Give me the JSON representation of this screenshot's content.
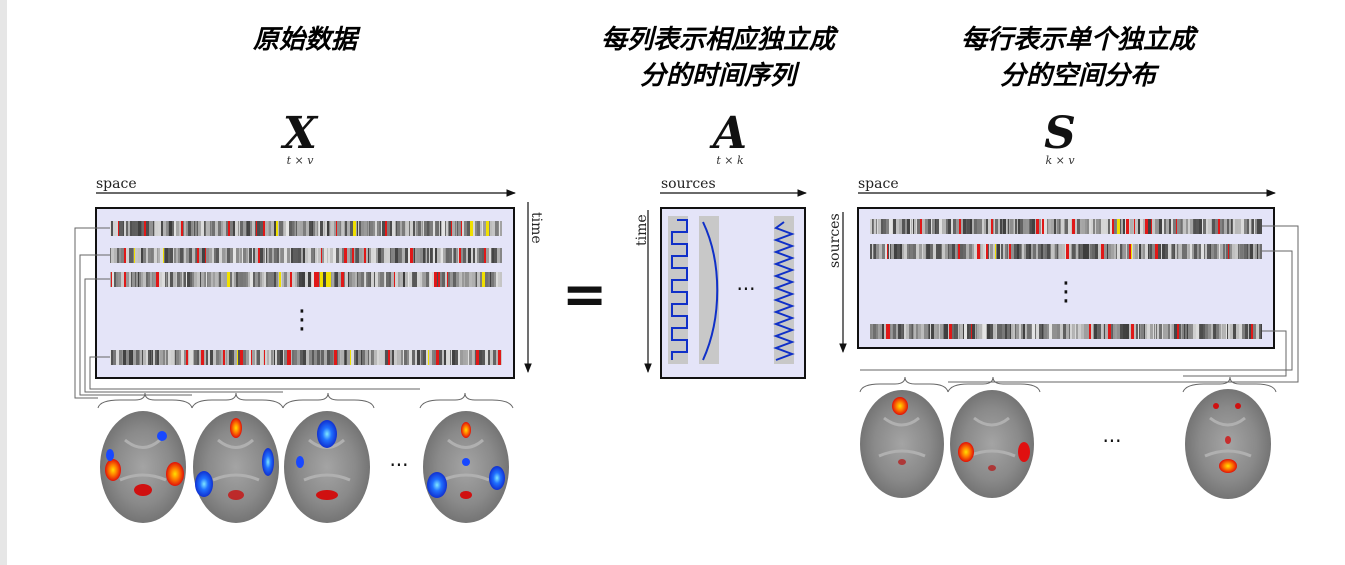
{
  "headings": {
    "raw_data": "原始数据",
    "columns_desc_line1": "每列表示相应独立成",
    "columns_desc_line2": "分的时间序列",
    "rows_desc_line1": "每行表示单个独立成",
    "rows_desc_line2": "分的空间分布"
  },
  "equals_sign": "=",
  "matrices": {
    "X": {
      "symbol": "X",
      "dims": "t × v",
      "top_axis": "space",
      "side_axis": "time",
      "ellipsis": "⋮",
      "brain_ellipsis": "···"
    },
    "A": {
      "symbol": "A",
      "dims": "t × k",
      "top_axis": "sources",
      "side_axis": "time",
      "ellipsis": "···"
    },
    "S": {
      "symbol": "S",
      "dims": "k × v",
      "top_axis": "space",
      "side_axis": "sources",
      "ellipsis": "⋮",
      "brain_ellipsis": "···"
    }
  },
  "colors": {
    "matrix_fill": "#e4e4f8",
    "component_line": "#1030c8",
    "activation_hot": "#ff2010",
    "activation_peak": "#ffe000",
    "deactivation": "#1848ff",
    "brain_gray": "#8c8c8c"
  }
}
